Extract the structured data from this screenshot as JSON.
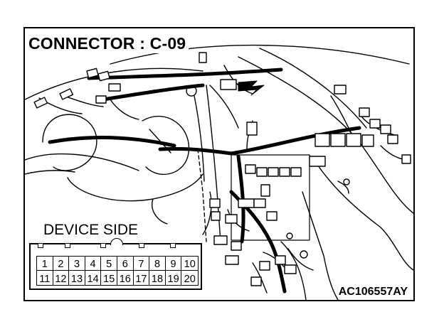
{
  "diagram": {
    "title": "CONNECTOR : C-09",
    "device_side_label": "DEVICE SIDE",
    "figure_code": "AC106557AY",
    "connector": {
      "top_row": [
        "1",
        "2",
        "3",
        "4",
        "5",
        "6",
        "7",
        "8",
        "9",
        "10"
      ],
      "bottom_row": [
        "11",
        "12",
        "13",
        "14",
        "15",
        "16",
        "17",
        "18",
        "19",
        "20"
      ]
    }
  }
}
